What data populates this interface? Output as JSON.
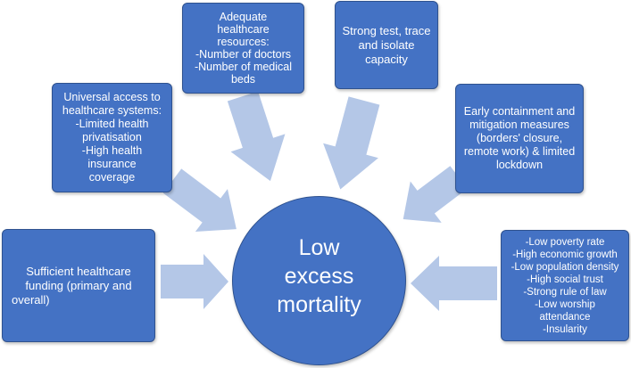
{
  "center": {
    "lines": [
      "Low",
      "excess",
      "mortality"
    ]
  },
  "boxes": {
    "funding": {
      "lines": [
        "Sufficient healthcare",
        "funding (primary and",
        "overall)"
      ]
    },
    "universal_access": {
      "lines": [
        "Universal access to",
        "healthcare systems:",
        "-Limited health",
        "privatisation",
        "-High health insurance",
        "coverage"
      ]
    },
    "resources": {
      "lines": [
        "Adequate",
        "healthcare",
        "resources:",
        "-Number of doctors",
        "-Number of medical",
        "beds"
      ]
    },
    "testing": {
      "lines": [
        "Strong test, trace",
        "and isolate",
        "capacity"
      ]
    },
    "containment": {
      "lines": [
        "Early containment and",
        "mitigation measures",
        "(borders' closure,",
        "remote work) & limited",
        "lockdown"
      ]
    },
    "socioeconomic": {
      "lines": [
        "-Low poverty rate",
        "-High economic growth",
        "-Low population density",
        "-High social trust",
        "-Strong rule of law",
        "-Low worship",
        "attendance",
        "-Insularity"
      ]
    }
  },
  "colors": {
    "box_fill": "#4472c4",
    "box_border": "#2f528f",
    "arrow_fill": "#b4c7e7",
    "text": "#ffffff"
  }
}
